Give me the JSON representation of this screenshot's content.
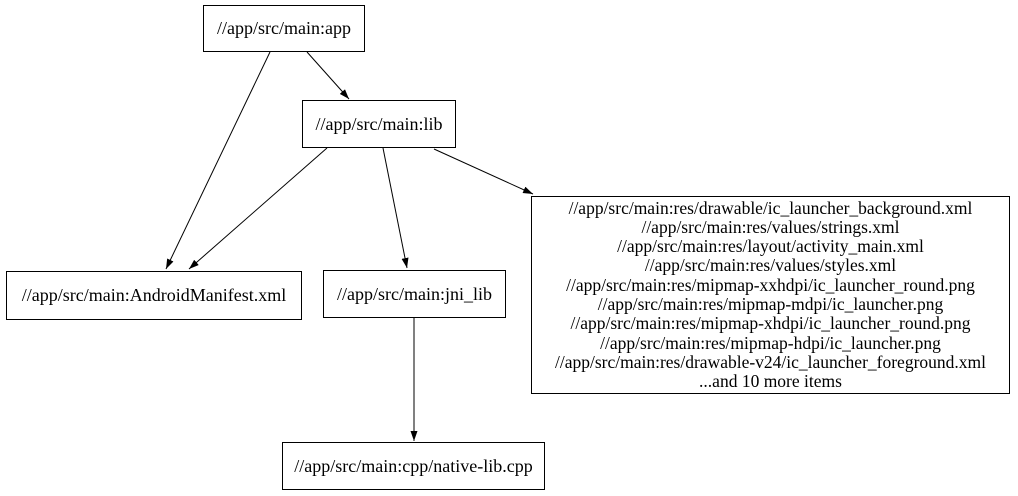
{
  "diagram": {
    "type": "dependency-graph",
    "background_color": "#ffffff",
    "node_fill_color": "#ffffff",
    "node_border_color": "#000000",
    "edge_color": "#000000",
    "text_color": "#000000",
    "nodes": {
      "app": {
        "label": "//app/src/main:app"
      },
      "lib": {
        "label": "//app/src/main:lib"
      },
      "manifest": {
        "label": "//app/src/main:AndroidManifest.xml"
      },
      "jni_lib": {
        "label": "//app/src/main:jni_lib"
      },
      "cpp": {
        "label": "//app/src/main:cpp/native-lib.cpp"
      },
      "res": {
        "lines": [
          "//app/src/main:res/drawable/ic_launcher_background.xml",
          "//app/src/main:res/values/strings.xml",
          "//app/src/main:res/layout/activity_main.xml",
          "//app/src/main:res/values/styles.xml",
          "//app/src/main:res/mipmap-xxhdpi/ic_launcher_round.png",
          "//app/src/main:res/mipmap-mdpi/ic_launcher.png",
          "//app/src/main:res/mipmap-xhdpi/ic_launcher_round.png",
          "//app/src/main:res/mipmap-hdpi/ic_launcher.png",
          "//app/src/main:res/drawable-v24/ic_launcher_foreground.xml",
          "...and 10 more items"
        ]
      }
    },
    "edges": [
      {
        "from": "app",
        "to": "manifest"
      },
      {
        "from": "app",
        "to": "lib"
      },
      {
        "from": "lib",
        "to": "manifest"
      },
      {
        "from": "lib",
        "to": "jni_lib"
      },
      {
        "from": "lib",
        "to": "res"
      },
      {
        "from": "jni_lib",
        "to": "cpp"
      }
    ]
  }
}
